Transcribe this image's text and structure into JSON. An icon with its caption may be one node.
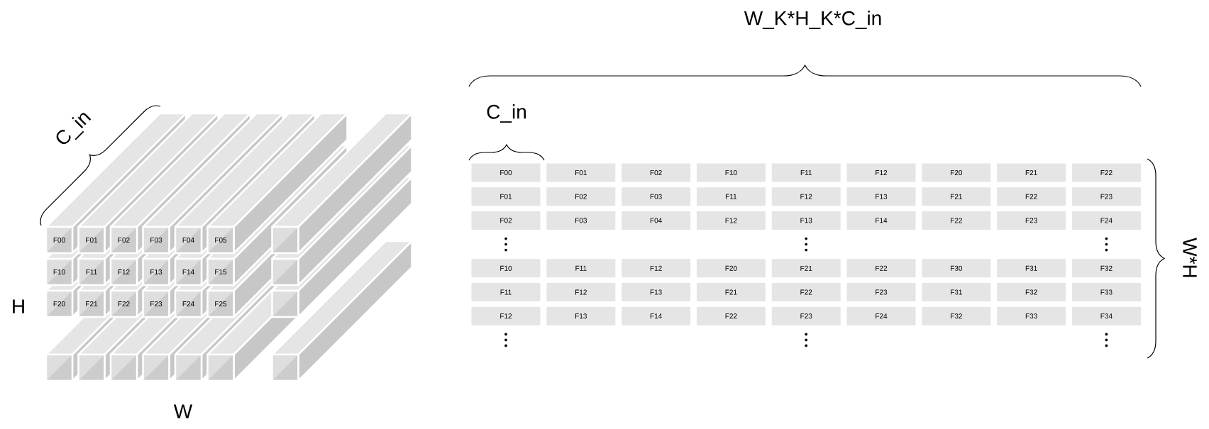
{
  "diagram": {
    "labels": [
      "W_K*H_K*C_in",
      "C_in",
      "C_in",
      "F00",
      "F01",
      "F02",
      "F03",
      "F04",
      "F05",
      "F10",
      "F11",
      "F12",
      "F13",
      "F14",
      "F15",
      "F20",
      "F21",
      "F22",
      "F23",
      "F24",
      "F25",
      "H",
      "W",
      "F00",
      "F01",
      "F02",
      "F10",
      "F11",
      "F12",
      "F20",
      "F21",
      "F22",
      "F01",
      "F02",
      "F03",
      "F11",
      "F12",
      "F13",
      "F21",
      "F22",
      "F23",
      "F02",
      "F03",
      "F04",
      "F12",
      "F13",
      "F14",
      "F22",
      "F23",
      "F24",
      "F10",
      "F11",
      "F12",
      "F20",
      "F21",
      "F22",
      "F30",
      "F31",
      "F32",
      "F11",
      "F12",
      "F13",
      "F21",
      "F22",
      "F23",
      "F31",
      "F32",
      "F33",
      "F12",
      "F13",
      "F14",
      "F22",
      "F23",
      "F24",
      "F32",
      "F33",
      "F34",
      "W*H"
    ]
  }
}
